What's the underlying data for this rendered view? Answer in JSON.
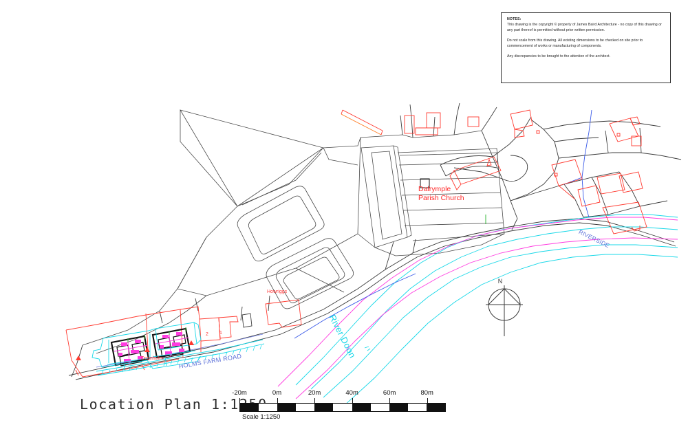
{
  "drawing": {
    "title": "Location Plan 1:1250",
    "scale": "1:1250",
    "sheet_background": "#ffffff"
  },
  "notes_box": {
    "heading": "NOTES:",
    "paragraphs": [
      "This drawing is the copyright © property of James Baird Architecture - no copy of this drawing or any part thereof is permitted without prior written permission.",
      "Do not scale from this drawing. All existing dimensions to be checked on site prior to commencement of works or manufacturing of components.",
      "Any discrepancies to be brought to the attention of the architect."
    ],
    "border_color": "#333333"
  },
  "scale_bar": {
    "caption": "Scale 1:1250",
    "tick_labels": [
      "-20m",
      "0m",
      "20m",
      "40m",
      "60m",
      "80m"
    ],
    "tick_values": [
      -20,
      0,
      20,
      40,
      60,
      80
    ],
    "segment_length_m": 10,
    "segments": 11,
    "range_m": [
      -20,
      90
    ],
    "fill_dark": "#111111",
    "fill_light": "#ffffff"
  },
  "north_arrow": {
    "label": "N",
    "color": "#3a3a3a"
  },
  "map_labels": {
    "church": "Dalrymple\nParish Church",
    "church_line1": "Dalrymple",
    "church_line2": "Parish Church",
    "howriggs": "Howriggs",
    "doonholm": "Doonholm",
    "river": "River Doon",
    "road_holms": "HOLMS FARM ROAD",
    "road_riverside": "RIVERSIDE",
    "plot_1": "1",
    "plot_2": "2"
  },
  "legend_colors": {
    "existing_buildings": "#ff3a30",
    "boundaries": "#4a4a4a",
    "water": "#18d8e8",
    "flood_line": "#ff3ce0",
    "roads_text": "#5a6fd8",
    "proposed_house_walls": "#111111",
    "proposed_internal": "#ff3ce0",
    "site_boundary": "#ff3a30",
    "curtilage": "#18d8e8"
  },
  "icons": {
    "north_arrow": "compass-north-icon",
    "church_marker": "church-marker-icon"
  }
}
